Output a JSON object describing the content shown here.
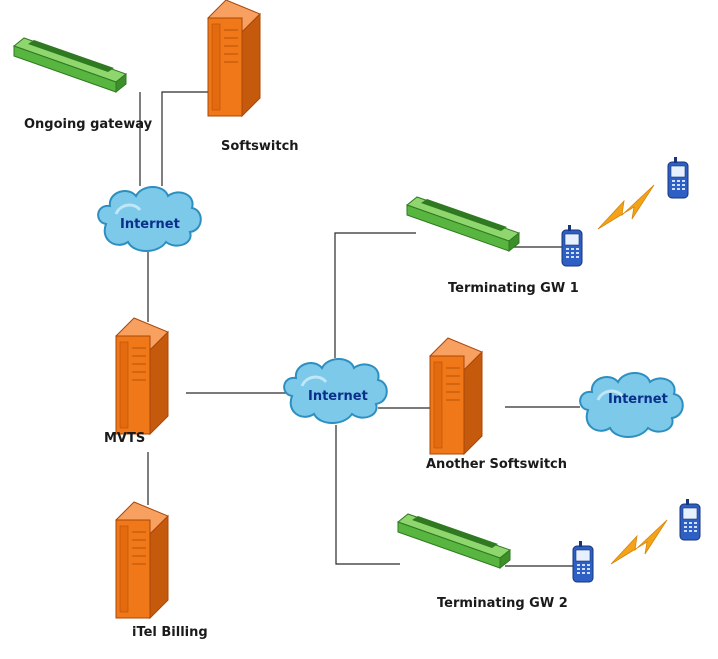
{
  "labels": {
    "ongoing_gateway": "Ongoing gateway",
    "softswitch": "Softswitch",
    "internet_top": "Internet",
    "mvts": "MVTS",
    "internet_center": "Internet",
    "terminating_gw1": "Terminating GW 1",
    "another_softswitch": "Another Softswitch",
    "internet_right": "Internet",
    "itel_billing": "iTel Billing",
    "terminating_gw2": "Terminating GW 2"
  },
  "colors": {
    "server_orange": "#f07818",
    "server_dark": "#c65a0c",
    "gateway_green": "#4fa93a",
    "cloud_blue": "#7cc9ea",
    "phone_blue": "#2d5fc4",
    "lightning": "#f4a21a"
  },
  "icons": [
    "gateway-icon",
    "server-icon",
    "cloud-icon",
    "mobile-phone-icon",
    "lightning-icon"
  ]
}
